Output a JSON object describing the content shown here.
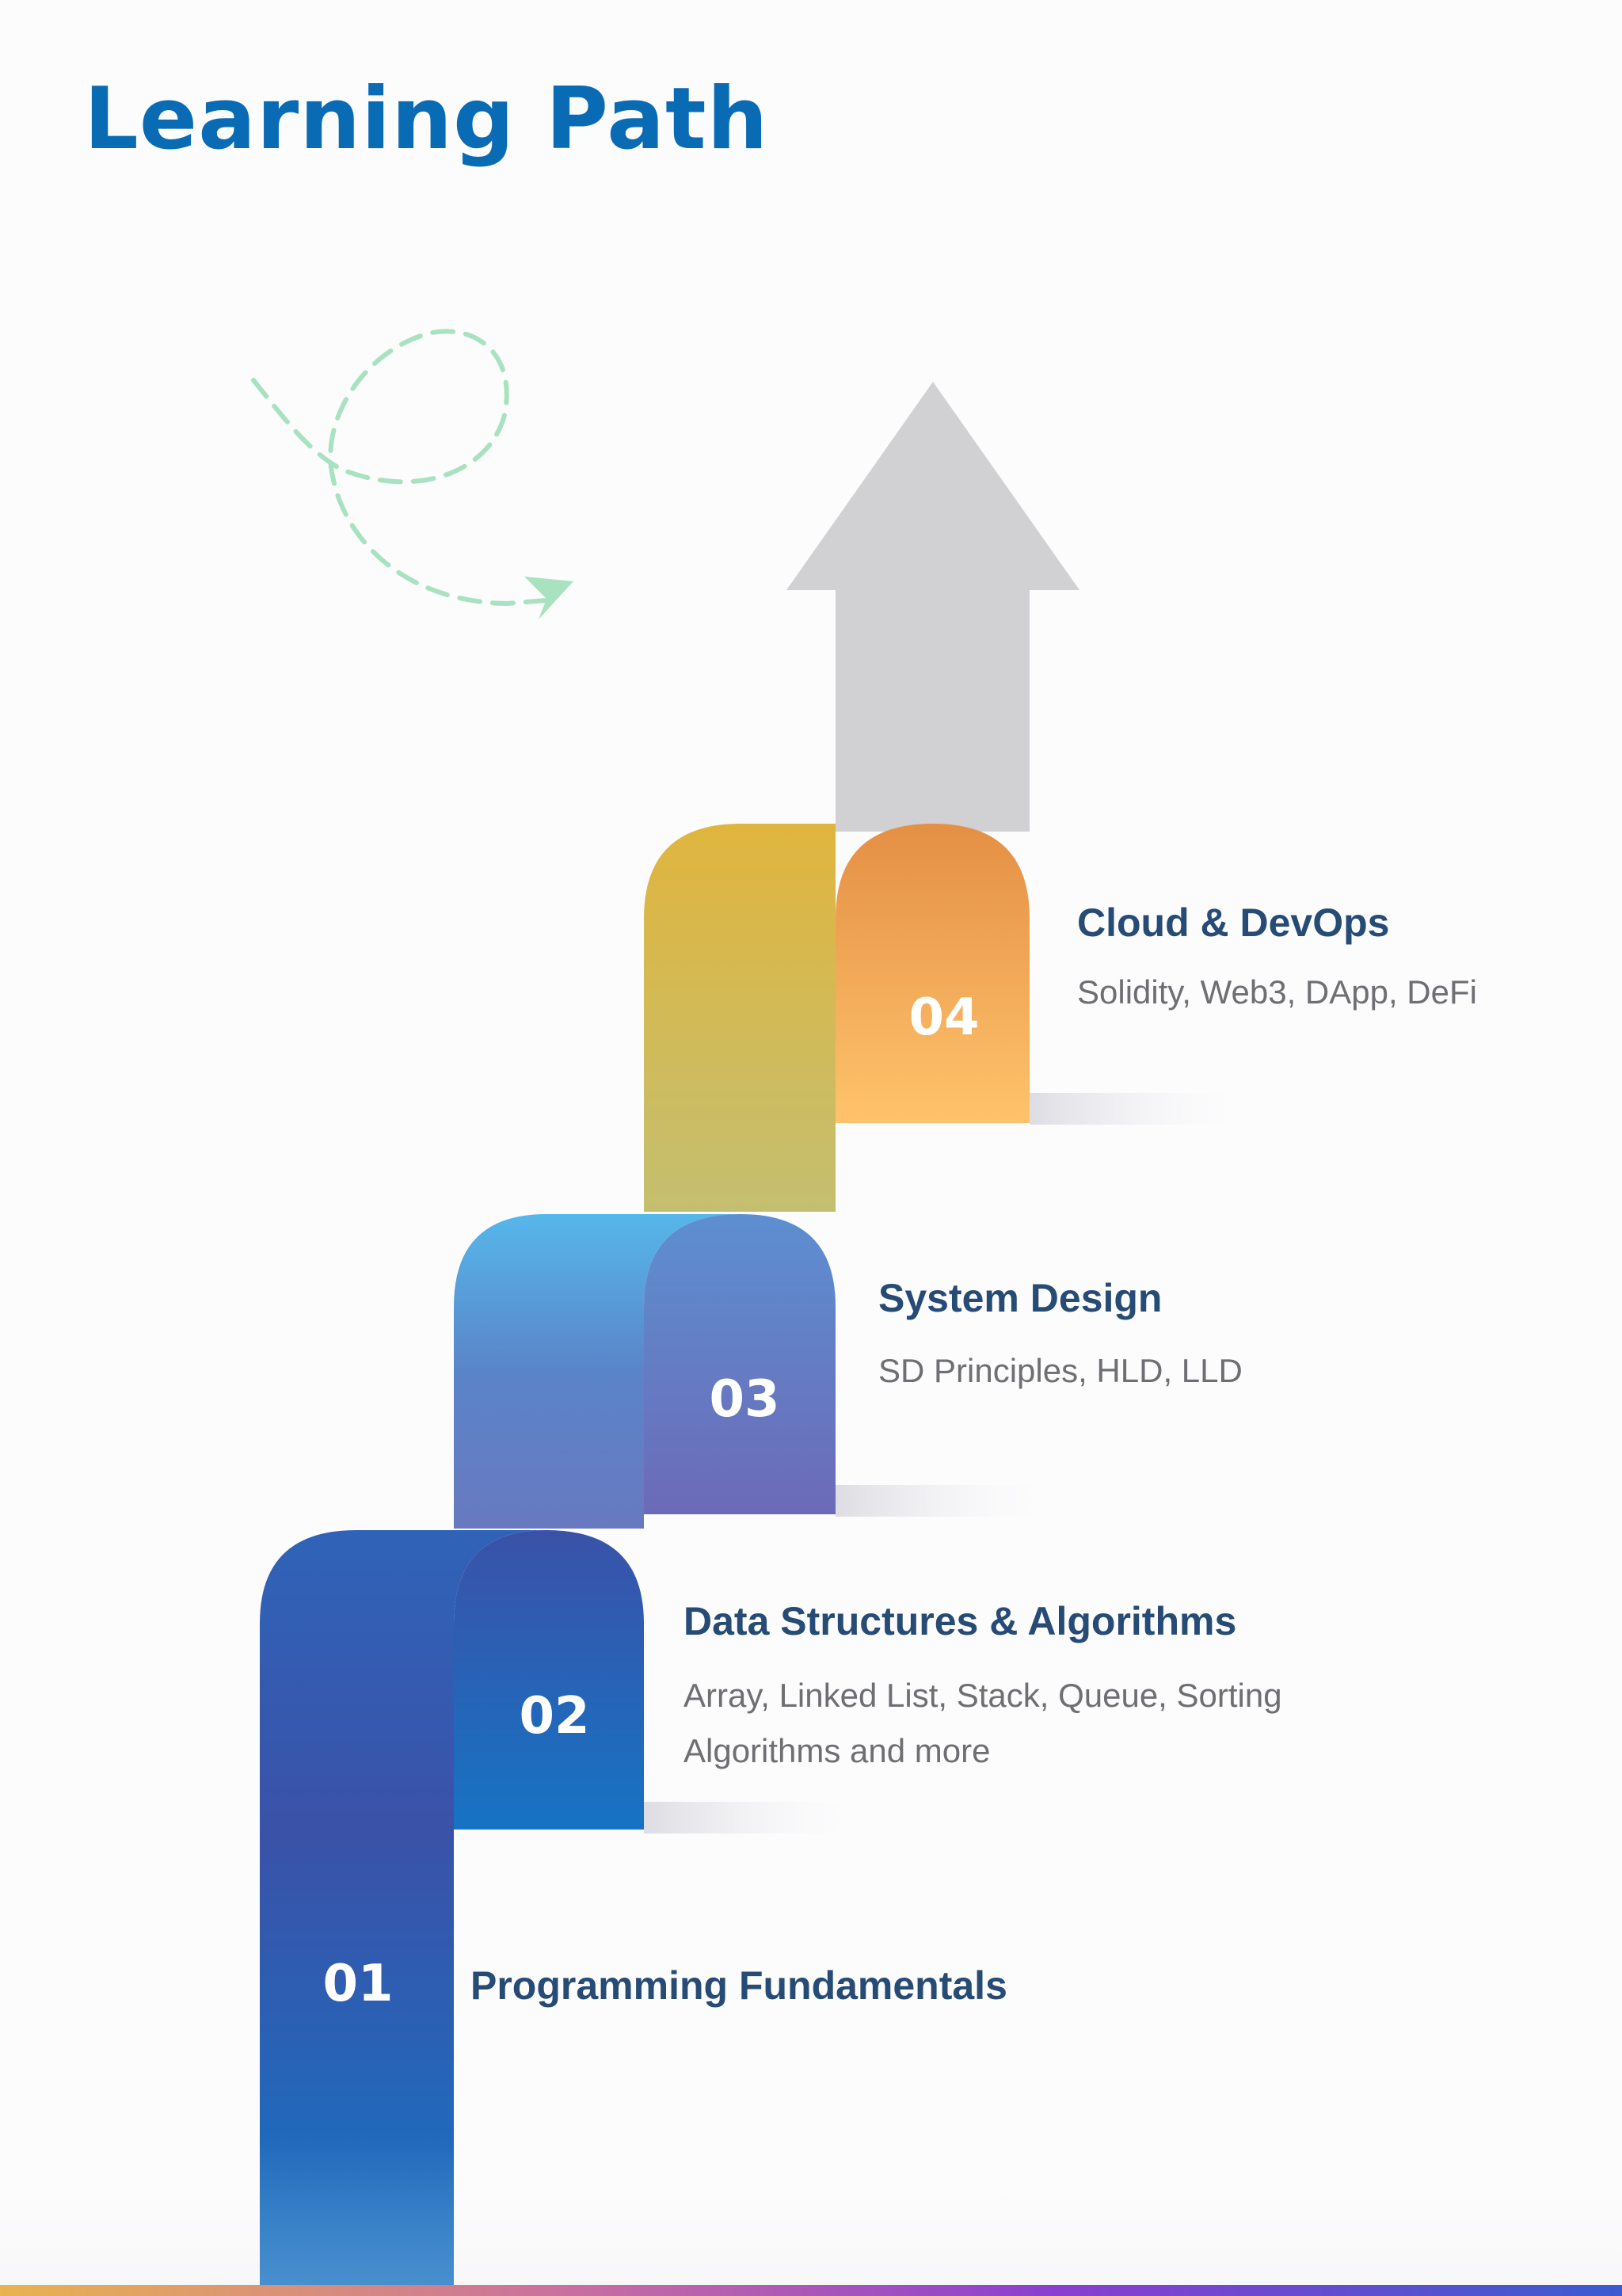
{
  "page": {
    "title": "Learning Path"
  },
  "colors": {
    "title": "#0a6bb5",
    "step_title": "#264b75",
    "step_desc": "#6e6e73",
    "arrow": "#d1d0d3",
    "dashed_arrow": "#a8e2c0"
  },
  "decorations": [
    "dashed-loop-arrow-icon",
    "up-arrow-icon"
  ],
  "steps": [
    {
      "number": "01",
      "title": "Programming Fundamentals",
      "description": []
    },
    {
      "number": "02",
      "title": "Data Structures & Algorithms",
      "description": [
        "Array, Linked List, Stack, Queue, Sorting",
        "Algorithms and more"
      ]
    },
    {
      "number": "03",
      "title": "System Design",
      "description": [
        "SD Principles, HLD, LLD"
      ]
    },
    {
      "number": "04",
      "title": "Cloud & DevOps",
      "description": [
        "Solidity, Web3, DApp, DeFi"
      ]
    }
  ]
}
